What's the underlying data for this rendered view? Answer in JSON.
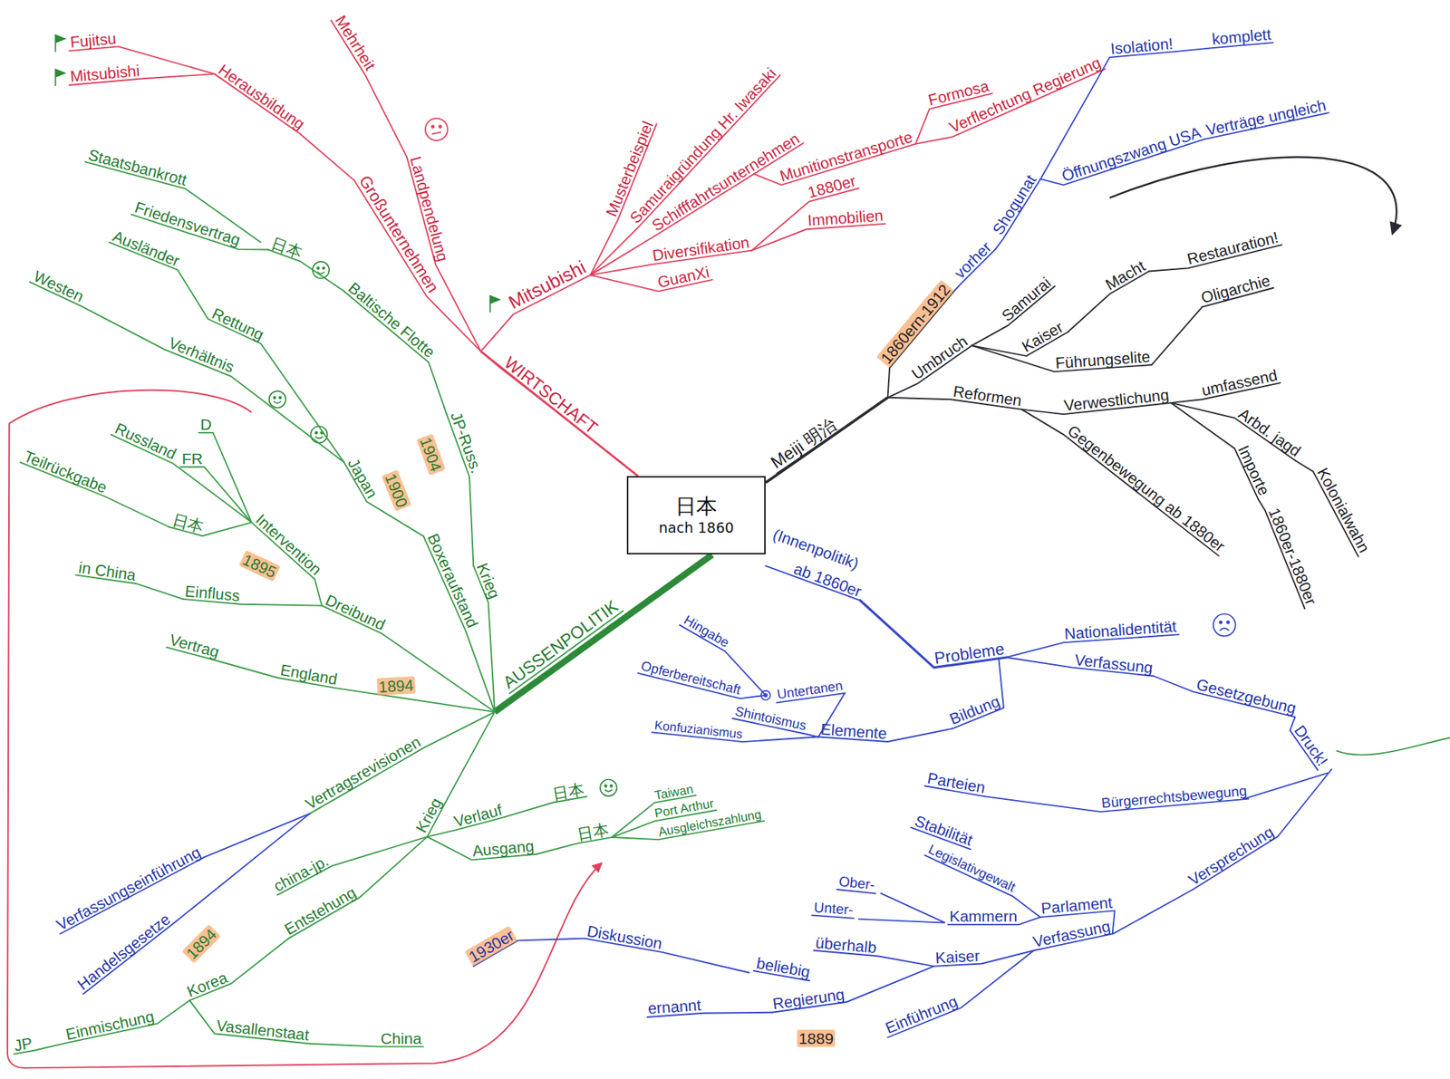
{
  "diagram": {
    "nodes": [
      {
        "text": [
          "日本",
          "nach 1860"
        ]
      }
    ],
    "labels": [
      "WIRTSCHAFT",
      "Mitsubishi",
      "Musterbeispiel",
      "Samuraigründung Hr. Iwasaki",
      "Schifffahrtsunternehmen",
      "Munitionstransporte",
      "Formosa",
      "Verflechtung Regierung",
      "Diversifikation",
      "1880er",
      "Immobilien",
      "GuanXi",
      "Großunternehmen",
      "Herausbildung",
      "Fujitsu",
      "Mitsubishi",
      "Landpendelung",
      "Mehrheit",
      "AUSSENPOLITIK",
      "Krieg",
      "JP-Russ.",
      "1904",
      "Baltische Flotte",
      "日本",
      "Friedensvertrag",
      "Staatsbankrott",
      "1900",
      "Boxeraufstand",
      "Japan",
      "Verhältnis",
      "Rettung",
      "Ausländer",
      "Westen",
      "Dreibund",
      "Intervention",
      "1895",
      "D",
      "FR",
      "Russland",
      "Teilrückgabe",
      "日本",
      "Einfluss",
      "in China",
      "Vertrag",
      "England",
      "1894",
      "Vertragsrevisionen",
      "Verfassungseinführung",
      "Handelsgesetze",
      "1894",
      "Krieg",
      "china-jp.",
      "Entstehung",
      "Korea",
      "Einmischung",
      "JP",
      "Vasallenstaat",
      "China",
      "Verlauf",
      "日本",
      "Ausgang",
      "日本",
      "Taiwan",
      "Port Arthur",
      "Ausgleichszahlung",
      "Meiji 明治",
      "1860ern-1912",
      "vorher",
      "Shogunat",
      "Öffnungszwang USA",
      "Verträge ungleich",
      "Isolation!",
      "komplett",
      "Umbruch",
      "Samurai",
      "Kaiser",
      "Macht",
      "Restauration!",
      "Führungselite",
      "Oligarchie",
      "Reformen",
      "Verwestlichung",
      "umfassend",
      "Arbd. jagd",
      "Kolonialwahn",
      "Importe",
      "1860er-1880er",
      "Gegenbewegung ab 1880er",
      "(Innenpolitik)",
      "ab 1860er",
      "Probleme",
      "Nationalidentität",
      "Verfassung",
      "Gesetzgebung",
      "Druck!",
      "Bildung",
      "Elemente",
      "Untertanen",
      "Shintoismus",
      "Konfuzianismus",
      "Opferbereitschaft",
      "Hingabe",
      "Parteien",
      "Bürgerrechtsbewegung",
      "Versprechung",
      "Parlament",
      "Verfassung",
      "Legislativgewalt",
      "Stabilität",
      "Ober-",
      "Unter-",
      "Kammern",
      "Kaiser",
      "überhalb",
      "beliebig",
      "Regierung",
      "ernannt",
      "Einführung",
      "1889",
      "Diskussion",
      "1930er"
    ]
  }
}
